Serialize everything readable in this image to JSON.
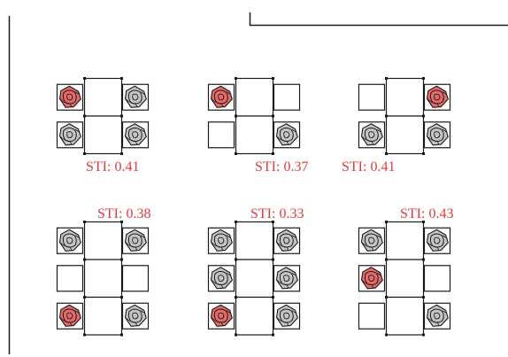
{
  "colors": {
    "highlight": "#e66a6a",
    "normal": "#c4c4c4",
    "stroke": "#1a1a1a",
    "label": "#e03a3a"
  },
  "icons": {
    "seat_icon": "rose-seat-icon"
  },
  "arrangements": [
    {
      "label": "STI: 0.41",
      "rows": [
        [
          "red",
          "gray"
        ],
        [
          "gray",
          "gray"
        ]
      ]
    },
    {
      "label": "STI: 0.37",
      "rows": [
        [
          "red",
          "empty"
        ],
        [
          "empty",
          "gray"
        ]
      ]
    },
    {
      "label": "STI: 0.41",
      "rows": [
        [
          "empty",
          "red"
        ],
        [
          "gray",
          "gray"
        ]
      ]
    },
    {
      "label": "STI: 0.38",
      "rows": [
        [
          "gray",
          "gray"
        ],
        [
          "empty",
          "empty"
        ],
        [
          "red",
          "gray"
        ]
      ]
    },
    {
      "label": "STI: 0.33",
      "rows": [
        [
          "gray",
          "gray"
        ],
        [
          "gray",
          "gray"
        ],
        [
          "red",
          "gray"
        ]
      ]
    },
    {
      "label": "STI: 0.43",
      "rows": [
        [
          "gray",
          "gray"
        ],
        [
          "red",
          "empty"
        ],
        [
          "empty",
          "gray"
        ]
      ]
    }
  ]
}
